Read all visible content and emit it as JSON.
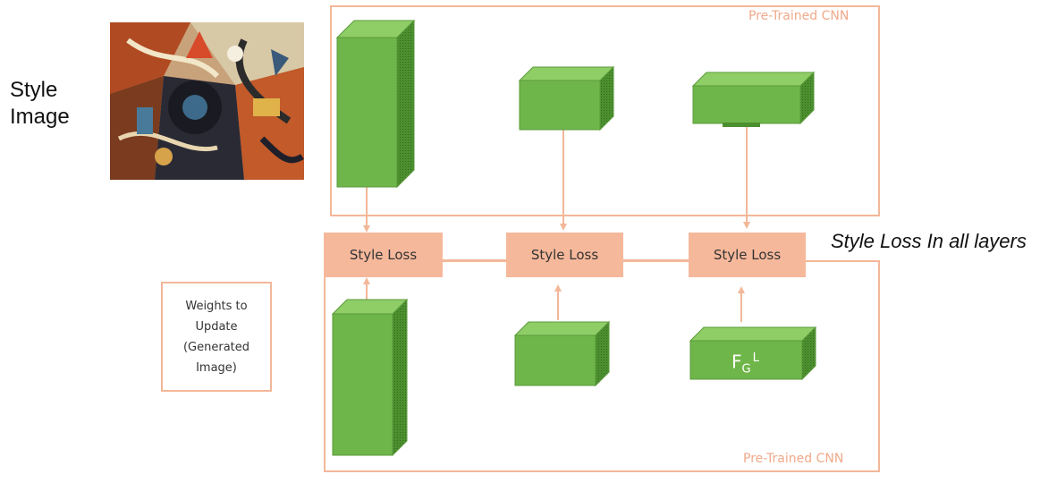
{
  "style_image": {
    "label_line1": "Style",
    "label_line2": "Image"
  },
  "top_cnn": {
    "label": "Pre-Trained CNN"
  },
  "bottom_cnn": {
    "label": "Pre-Trained CNN"
  },
  "style_loss_boxes": [
    "Style Loss",
    "Style Loss",
    "Style Loss"
  ],
  "style_loss_all_layers": "Style Loss In all layers",
  "weights_box": {
    "line1": "Weights to",
    "line2": "Update",
    "line3": "(Generated",
    "line4": "Image)"
  },
  "feature_label": {
    "base": "F",
    "sub": "G",
    "sup": "L"
  },
  "colors": {
    "accent": "#f3b799",
    "loss_fill": "#f6b89b",
    "block_front": "#6fb64a",
    "block_top": "#8fce66",
    "block_side": "#4c8f2f",
    "cnn_label": "#f1a98a"
  }
}
